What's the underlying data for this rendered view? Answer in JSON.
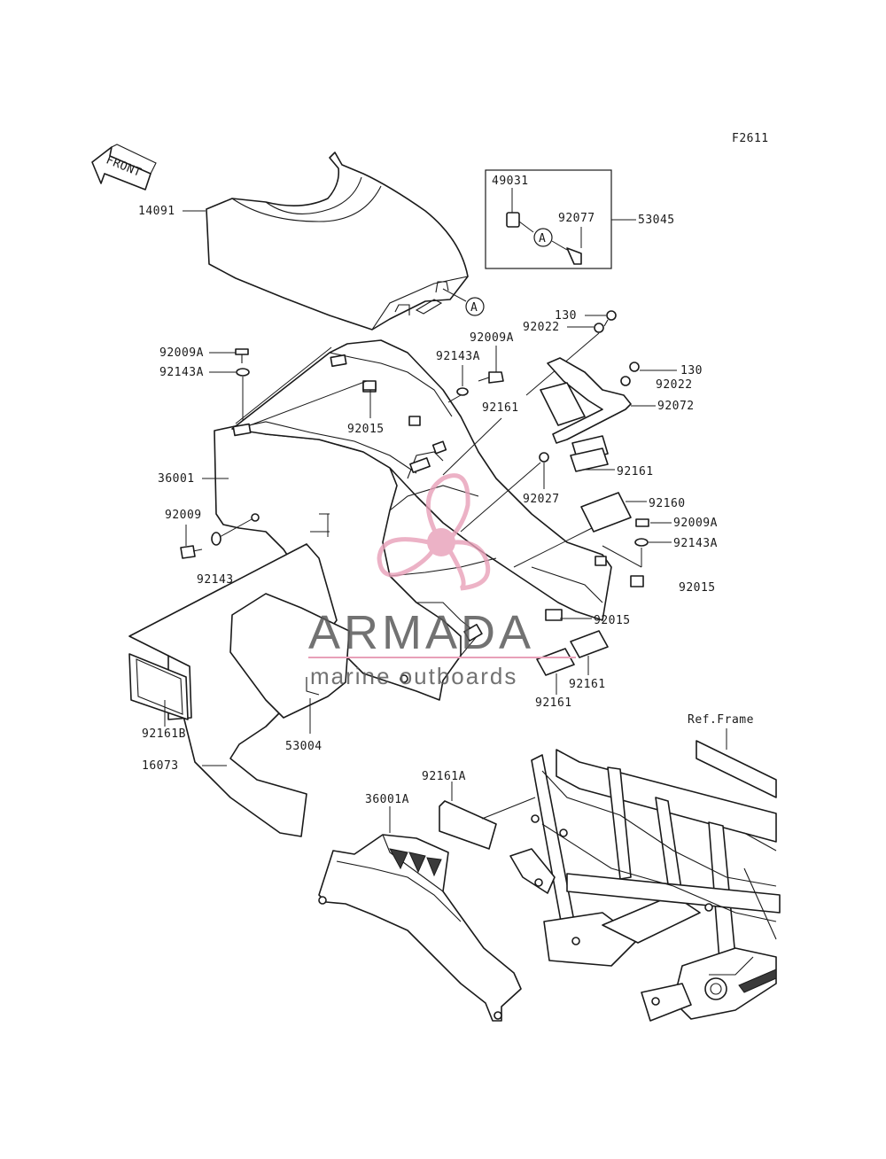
{
  "diagram_code": "F2611",
  "front_arrow_label": "FRONT",
  "callout_symbol": "A",
  "inset_box_labels": {
    "part_a": "49031",
    "part_b": "92077",
    "assembly": "53045"
  },
  "part_labels": {
    "p14091": "14091",
    "p130_top": "130",
    "p92022_top": "92022",
    "p92009A_left": "92009A",
    "p92143A_left": "92143A",
    "p92009A_mid": "92009A",
    "p92143A_mid": "92143A",
    "p130_right": "130",
    "p92022_right": "92022",
    "p92161_mid": "92161",
    "p92072": "92072",
    "p92015_mid": "92015",
    "p92161_right": "92161",
    "p36001": "36001",
    "p92027": "92027",
    "p92160": "92160",
    "p92009": "92009",
    "p92009A_right": "92009A",
    "p92143A_right": "92143A",
    "p92143": "92143",
    "p92015_right": "92015",
    "p92015_low": "92015",
    "p92161_low1": "92161",
    "p92161_low2": "92161",
    "p92161B": "92161B",
    "p53004": "53004",
    "p16073": "16073",
    "ref_frame": "Ref.Frame",
    "p92161A": "92161A",
    "p36001A": "36001A"
  },
  "watermark": {
    "brand": "ARMADA",
    "tagline": "marine outboards",
    "logo_color": "#e8a0b8"
  }
}
